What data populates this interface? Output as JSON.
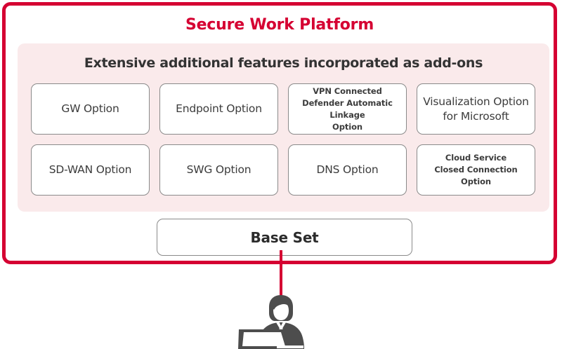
{
  "diagram": {
    "type": "layered-product-architecture",
    "platform": {
      "title": "Secure Work Platform",
      "title_color": "#d50032",
      "border_color": "#d50032"
    },
    "addons": {
      "heading": "Extensive additional features incorporated as add-ons",
      "panel_color": "#faeaeb",
      "heading_color": "#333333",
      "cards": [
        {
          "label": "GW Option",
          "lines": [
            "GW Option"
          ],
          "size": "normal"
        },
        {
          "label": "Endpoint Option",
          "lines": [
            "Endpoint Option"
          ],
          "size": "normal"
        },
        {
          "label": "VPN Connected Defender Automatic Linkage Option",
          "lines": [
            "VPN Connected",
            "Defender Automatic Linkage",
            "Option"
          ],
          "size": "small"
        },
        {
          "label": "Visualization Option for Microsoft",
          "lines": [
            "Visualization Option",
            "for Microsoft"
          ],
          "size": "normal"
        },
        {
          "label": "SD-WAN Option",
          "lines": [
            "SD-WAN Option"
          ],
          "size": "normal"
        },
        {
          "label": "SWG Option",
          "lines": [
            "SWG Option"
          ],
          "size": "normal"
        },
        {
          "label": "DNS Option",
          "lines": [
            "DNS Option"
          ],
          "size": "normal"
        },
        {
          "label": "Cloud Service Closed Connection Option",
          "lines": [
            "Cloud Service",
            "Closed Connection Option"
          ],
          "size": "small"
        }
      ]
    },
    "base": {
      "label": "Base Set"
    },
    "connector": {
      "color": "#d50032",
      "from": "Base Set",
      "to": "user"
    },
    "user": {
      "icon": "person-at-laptop-icon",
      "color": "#4d4d4d"
    }
  }
}
